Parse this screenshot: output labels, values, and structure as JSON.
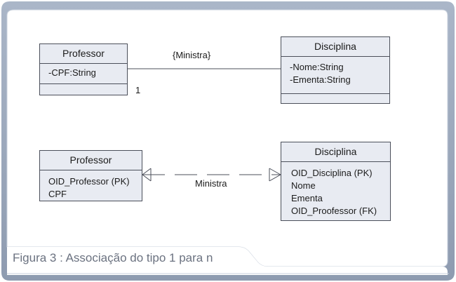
{
  "diagram1": {
    "left_class": {
      "name": "Professor",
      "attributes": [
        "-CPF:String"
      ]
    },
    "right_class": {
      "name": "Disciplina",
      "attributes": [
        "-Nome:String",
        "-Ementa:String"
      ]
    },
    "association_label": "{Ministra}",
    "multiplicity": "1"
  },
  "diagram2": {
    "left_entity": {
      "name": "Professor",
      "attributes": [
        "OID_Professor (PK)",
        "CPF"
      ]
    },
    "right_entity": {
      "name": "Disciplina",
      "attributes": [
        "OID_Disciplina (PK)",
        "Nome",
        "Ementa",
        "OID_Proofessor (FK)"
      ]
    },
    "relationship_label": "Ministra"
  },
  "caption": "Figura 3 : Associação do tipo 1 para n",
  "colors": {
    "frame_border": "#9aa6b8",
    "box_fill": "#e8ebf2",
    "box_border": "#4b4f5a",
    "caption_text": "#6b7280"
  }
}
